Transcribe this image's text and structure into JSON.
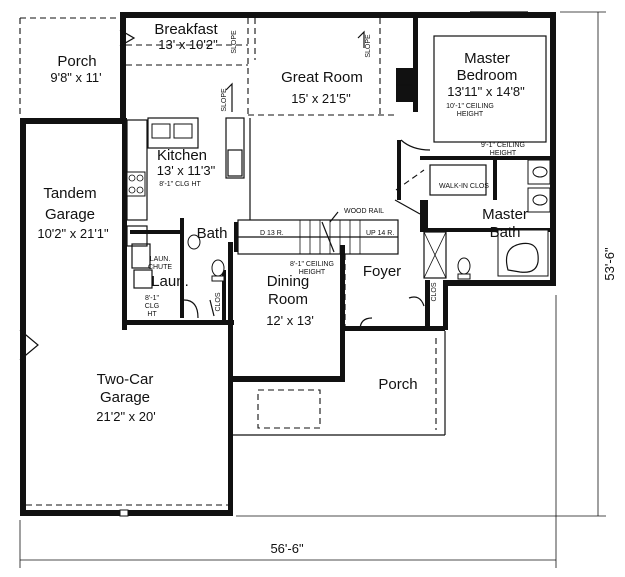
{
  "rooms": {
    "porch_left": {
      "name": "Porch",
      "dims": "9'8\" x 11'"
    },
    "breakfast": {
      "name": "Breakfast",
      "dims": "13' x 10'2\""
    },
    "great_room": {
      "name": "Great Room",
      "dims": "15' x 21'5\""
    },
    "master_bedroom": {
      "name_line1": "Master",
      "name_line2": "Bedroom",
      "dims": "13'11\" x 14'8\"",
      "note_line1": "10'-1\" CEILING",
      "note_line2": "HEIGHT"
    },
    "kitchen": {
      "name": "Kitchen",
      "dims": "13' x 11'3\"",
      "note": "8'-1\" CLG HT"
    },
    "tandem_garage": {
      "name_line1": "Tandem",
      "name_line2": "Garage",
      "dims": "10'2\" x 21'1\""
    },
    "bath": {
      "name": "Bath"
    },
    "laundry": {
      "name": "Laun.",
      "chute_line1": "LAUN.",
      "chute_line2": "CHUTE"
    },
    "dining_room": {
      "name_line1": "Dining",
      "name_line2": "Room",
      "dims": "12' x 13'",
      "note_line1": "8'-1\" CEILING",
      "note_line2": "HEIGHT"
    },
    "foyer": {
      "name": "Foyer"
    },
    "master_bath": {
      "name_line1": "Master",
      "name_line2": "Bath"
    },
    "walk_in_closet": {
      "name": "WALK-IN CLOS"
    },
    "porch_front": {
      "name": "Porch"
    },
    "two_car_garage": {
      "name_line1": "Two-Car",
      "name_line2": "Garage",
      "dims": "21'2\" x 20'"
    }
  },
  "notes": {
    "master_bath_ceiling_line1": "9'-1\" CEILING",
    "master_bath_ceiling_line2": "HEIGHT",
    "wood_rail": "WOOD RAIL",
    "stair_down": "D 13 R.",
    "stair_up": "UP 14 R.",
    "laundry_ceiling_line1": "8'-1\"",
    "laundry_ceiling_line2": "CLG",
    "laundry_ceiling_line3": "HT",
    "slope": "SLOPE",
    "clos": "CLOS"
  },
  "dimensions": {
    "overall_width": "56'-6\"",
    "overall_depth": "53'-6\""
  }
}
